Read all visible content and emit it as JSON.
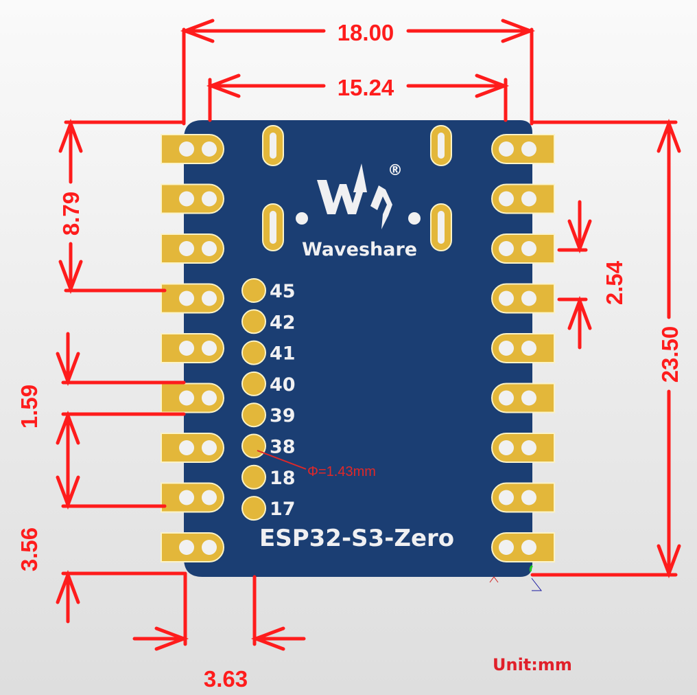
{
  "board": {
    "name": "ESP32-S3-Zero",
    "brand": "Waveshare",
    "registered_mark": "®",
    "colors": {
      "pcb": "#1b3e73",
      "pad": "#e3b73a",
      "dimension": "#fe1c1c",
      "background": "#eeeeee"
    }
  },
  "pins": {
    "left_castellated_count": 9,
    "right_castellated_count": 9,
    "inner_pad_labels": [
      "45",
      "42",
      "41",
      "40",
      "39",
      "38",
      "18",
      "17"
    ]
  },
  "annotations": {
    "hole_diameter": "Φ=1.43mm",
    "unit": "Unit:mm"
  },
  "dimensions": {
    "overall_width": "18.00",
    "pin_row_spacing": "15.24",
    "overall_height": "23.50",
    "top_to_pin": "8.79",
    "pin_pitch": "2.54",
    "pad_width": "1.59",
    "bottom_offset": "3.56",
    "inner_offset": "3.63"
  }
}
